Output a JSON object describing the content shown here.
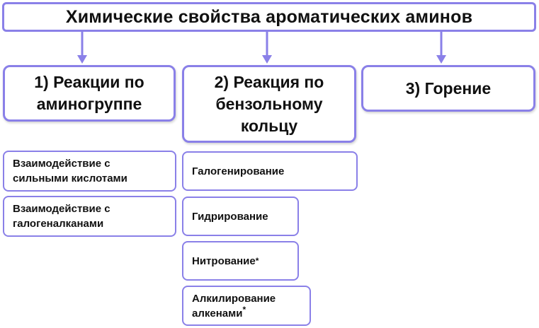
{
  "title": "Химические свойства ароматических аминов",
  "colors": {
    "accent": "#8a80e8"
  },
  "categories": [
    {
      "label": "1) Реакции по аминогруппе"
    },
    {
      "label": "2) Реакция по бензольному кольцу"
    },
    {
      "label": "3) Горение"
    }
  ],
  "amino_reactions": [
    {
      "label": "Взаимодействие с сильными кислотами"
    },
    {
      "label": "Взаимодействие с галогеналканами"
    }
  ],
  "ring_reactions": [
    {
      "label": "Галогенирование",
      "mark": ""
    },
    {
      "label": "Гидрирование",
      "mark": ""
    },
    {
      "label": "Нитрование",
      "mark": "*"
    },
    {
      "label": "Алкилирование алкенами",
      "mark": "*"
    }
  ]
}
